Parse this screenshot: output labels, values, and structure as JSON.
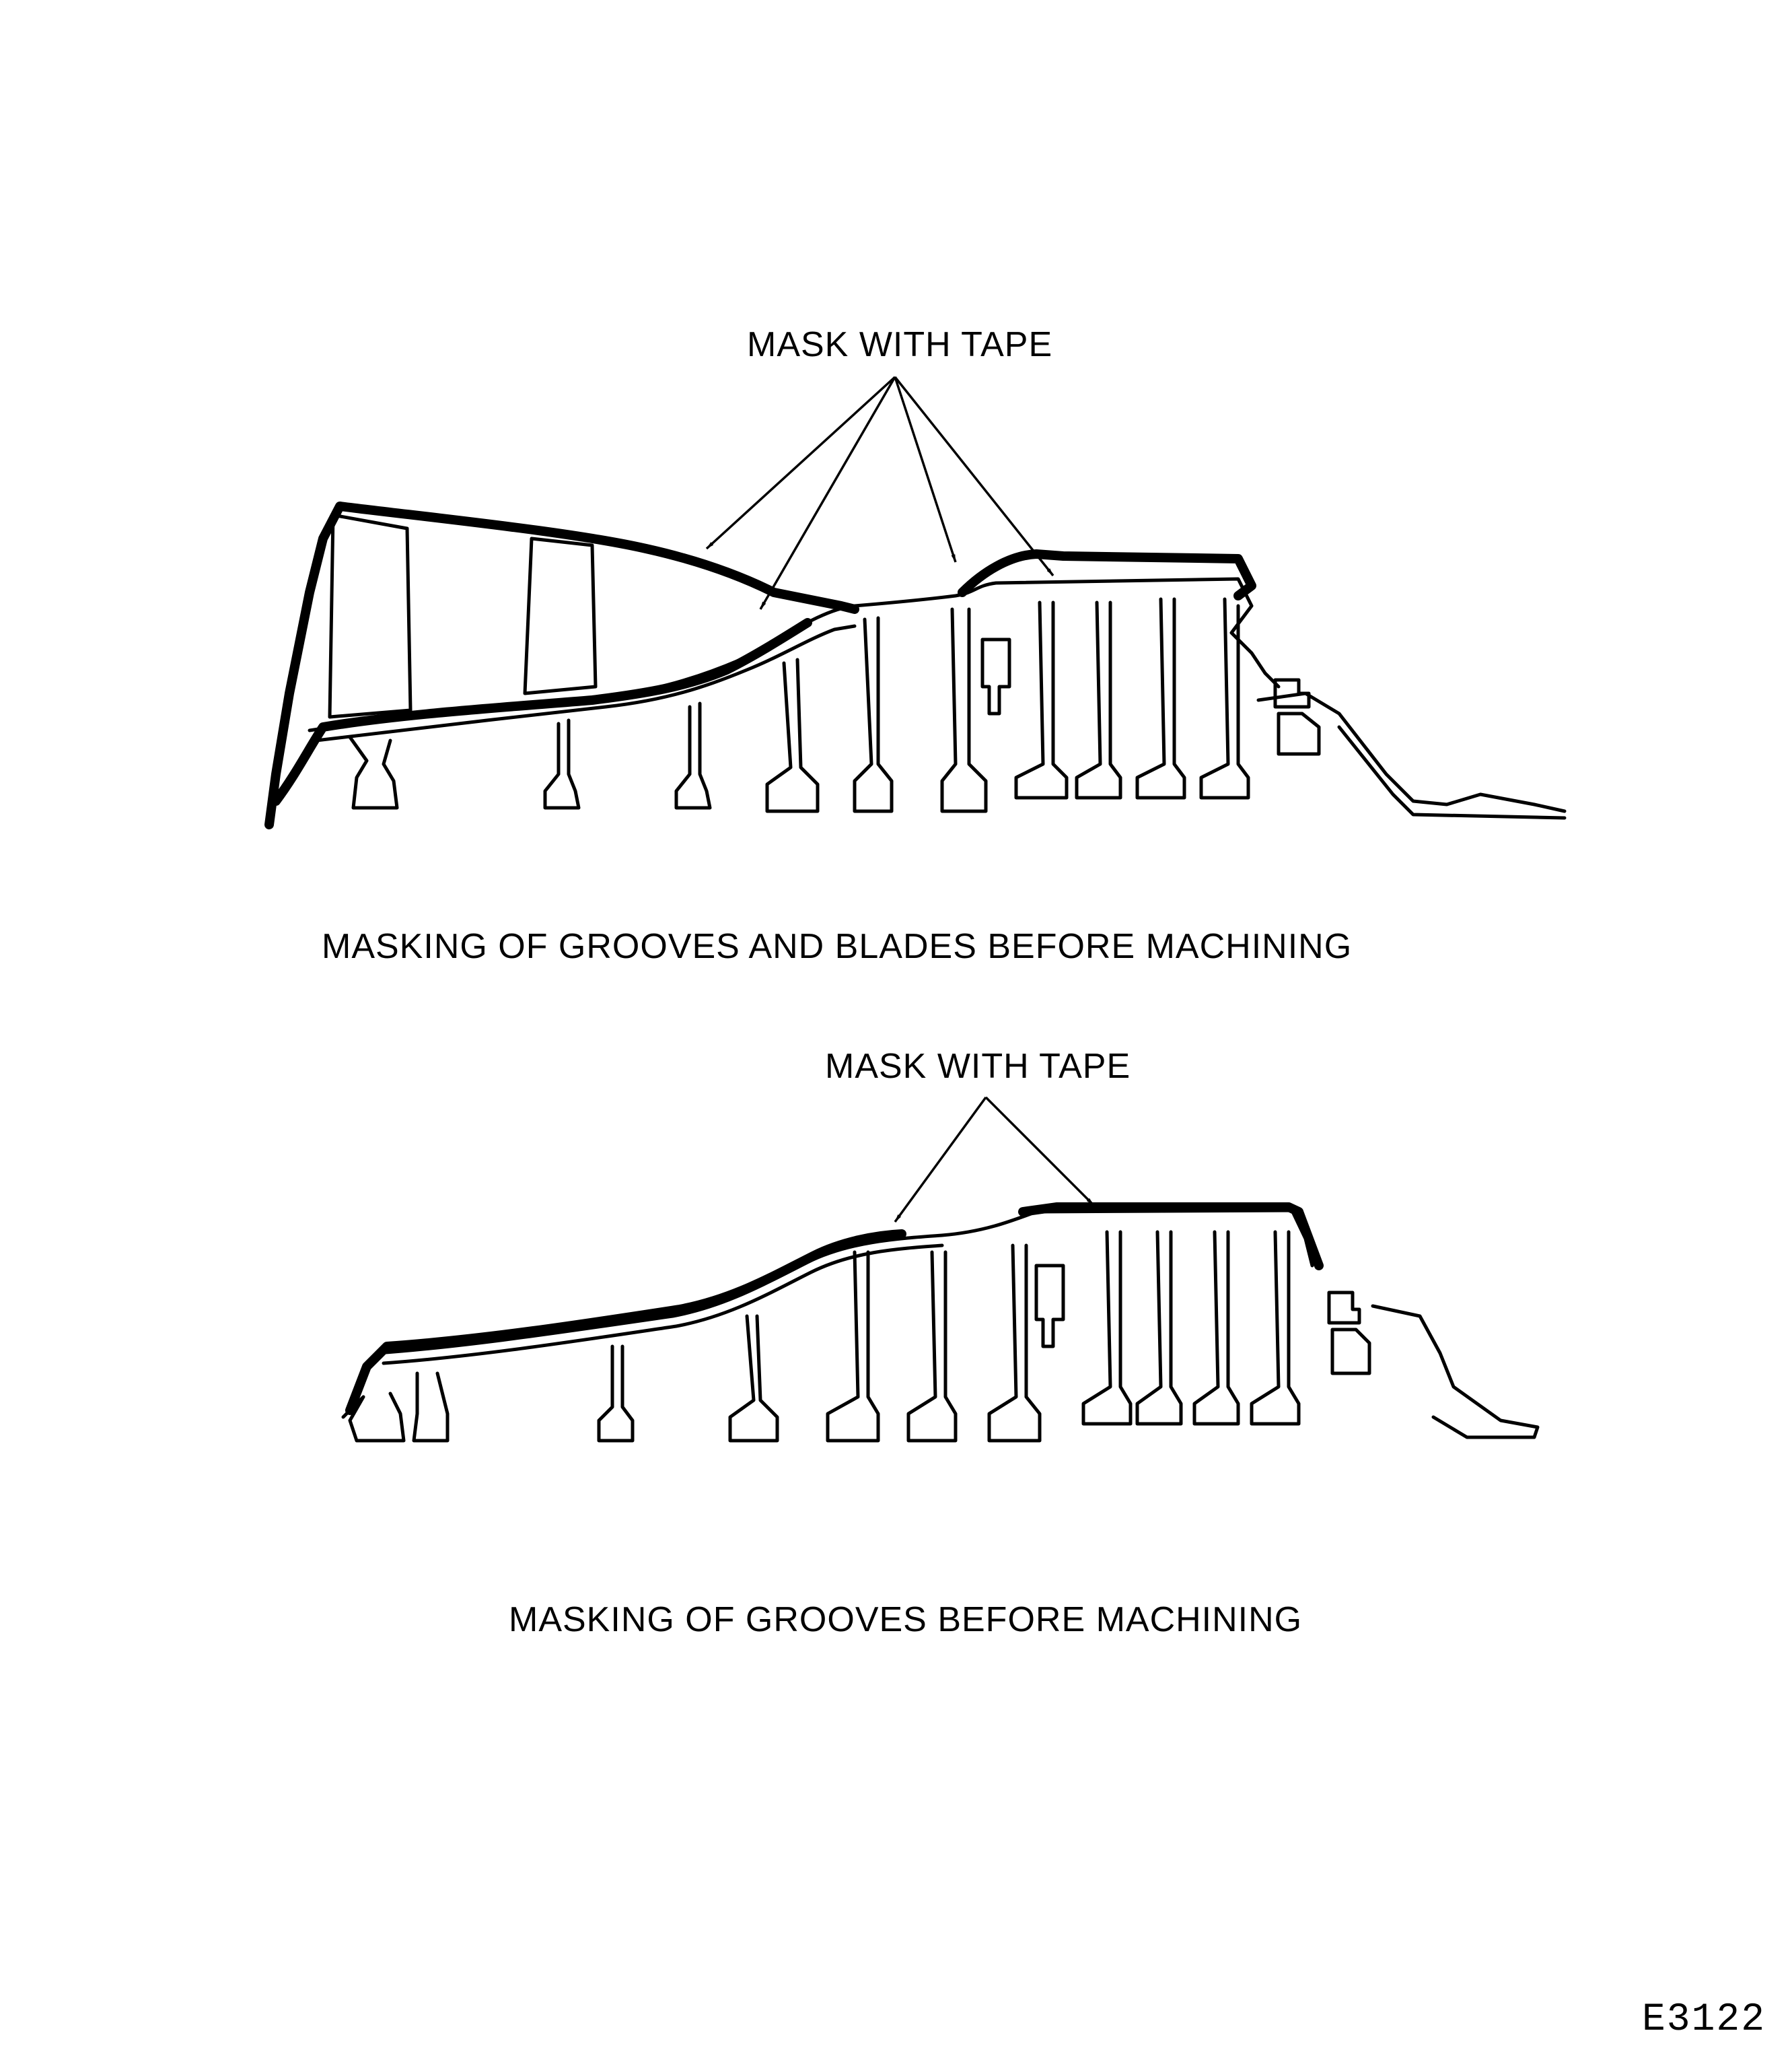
{
  "diagram": {
    "top_view": {
      "callout": "MASK WITH TAPE",
      "caption": "MASKING OF GROOVES AND BLADES BEFORE MACHINING"
    },
    "bottom_view": {
      "callout": "MASK WITH TAPE",
      "caption": "MASKING OF GROOVES BEFORE MACHINING"
    },
    "figure_number": "E3122"
  }
}
